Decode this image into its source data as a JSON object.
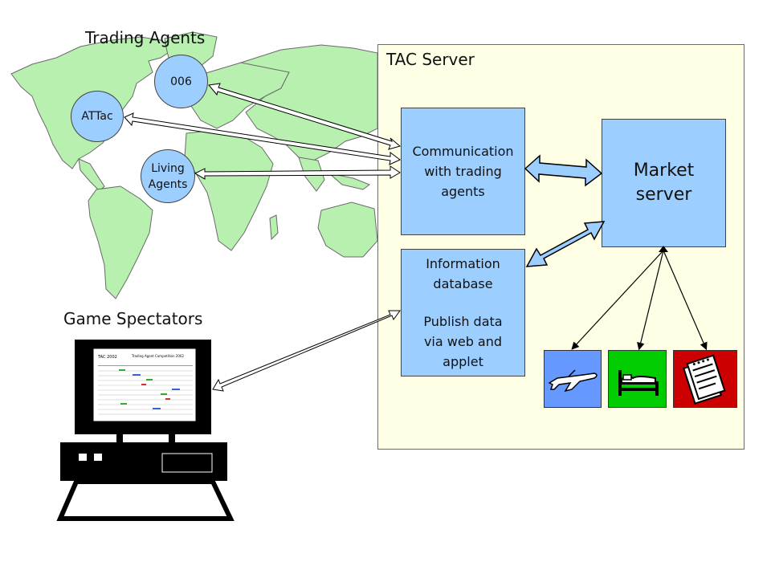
{
  "trading_agents": {
    "title": "Trading Agents",
    "agents": [
      {
        "label": "006"
      },
      {
        "label": "ATTac"
      },
      {
        "label": "Living Agents"
      }
    ]
  },
  "spectators": {
    "title": "Game Spectators"
  },
  "server": {
    "title": "TAC Server",
    "communication": {
      "line1": "Communication",
      "line2": "with trading",
      "line3": "agents"
    },
    "info": {
      "line1": "Information",
      "line2": "database",
      "line3": "Publish data",
      "line4": "via web and",
      "line5": "applet"
    },
    "market": {
      "line1": "Market",
      "line2": "server"
    }
  },
  "auction_icons": [
    "airplane-icon",
    "bed-icon",
    "tickets-icon"
  ],
  "colors": {
    "land": "#b8f0b0",
    "box_fill": "#9ccfff",
    "server_bg": "#ffffe6",
    "flight_tile": "#6699ff",
    "hotel_tile": "#00cc00",
    "event_tile": "#cc0000"
  }
}
